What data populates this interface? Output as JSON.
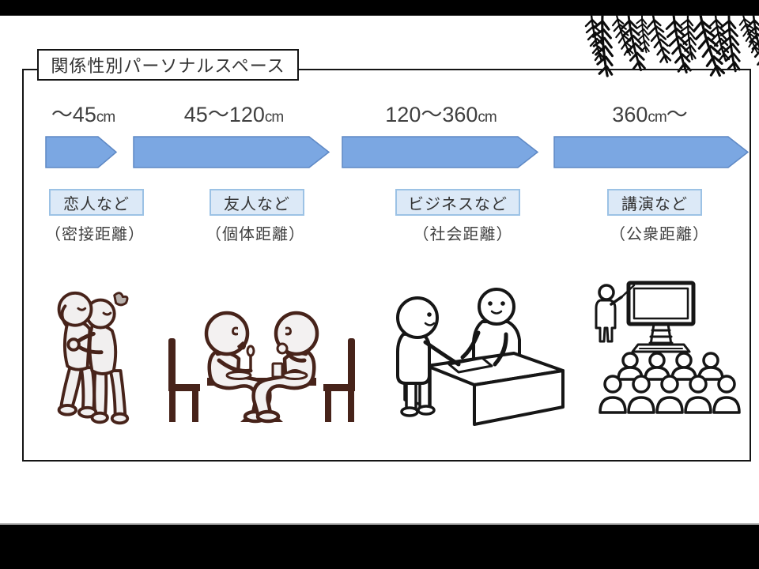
{
  "slide": {
    "title": "関係性別パーソナルスペース",
    "decoration": "pine-branches"
  },
  "zones": [
    {
      "distance_pre": "〜45",
      "distance_unit": "cm",
      "distance_post": "",
      "relation": "恋人など",
      "distance_type": "（密接距離）",
      "illustration": "hugging-couple"
    },
    {
      "distance_pre": "45〜120",
      "distance_unit": "cm",
      "distance_post": "",
      "relation": "友人など",
      "distance_type": "（個体距離）",
      "illustration": "friends-dining-table"
    },
    {
      "distance_pre": "120〜360",
      "distance_unit": "cm",
      "distance_post": "",
      "relation": "ビジネスなど",
      "distance_type": "（社会距離）",
      "illustration": "business-counter-handshake"
    },
    {
      "distance_pre": "360",
      "distance_unit": "cm",
      "distance_post": "〜",
      "relation": "講演など",
      "distance_type": "（公衆距離）",
      "illustration": "lecture-presenter-audience"
    }
  ],
  "colors": {
    "arrow_fill": "#7BA7E2",
    "arrow_stroke": "#5E88C4",
    "label_box_fill": "#DCE9F7",
    "label_box_border": "#9CC2E5",
    "text_color": "#3B3B3B",
    "frame_color": "#141414",
    "illustration_brown": "#47231A",
    "illustration_black": "#161616",
    "bar_color": "#000000"
  }
}
